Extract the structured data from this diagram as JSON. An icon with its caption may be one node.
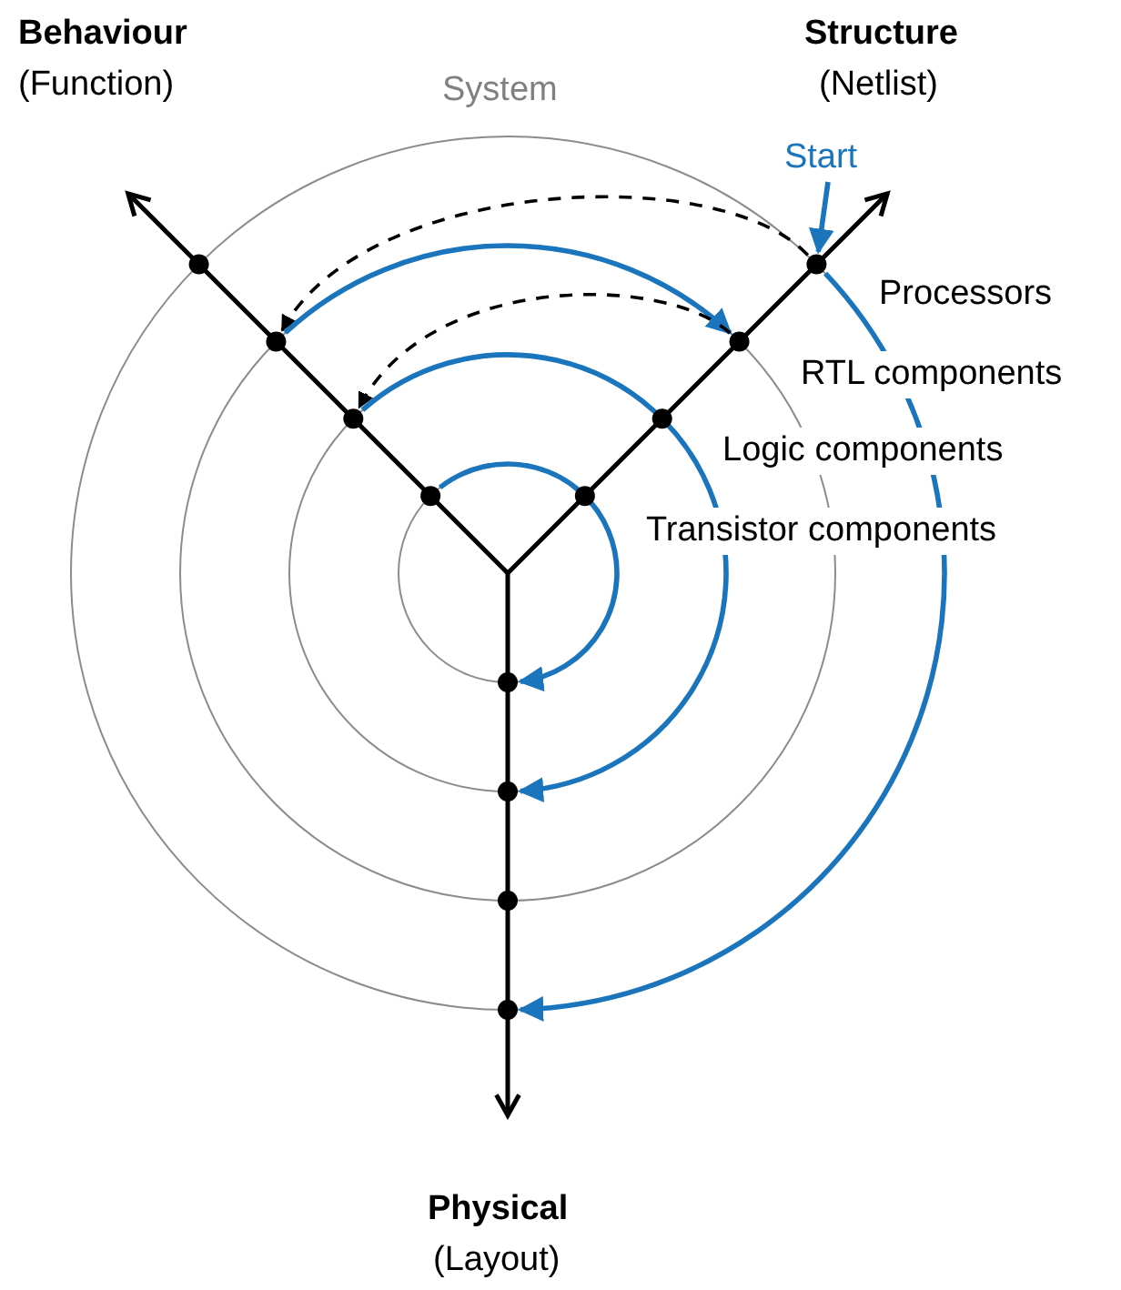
{
  "diagram": {
    "nodes": [
      {
        "text": [
          "Start"
        ]
      },
      {
        "text": [],
        "shape": "circle"
      },
      {
        "text": [],
        "shape": "circle"
      },
      {
        "text": [],
        "shape": "circle"
      },
      {
        "text": [],
        "shape": "circle"
      },
      {
        "text": [],
        "shape": "circle"
      },
      {
        "text": [],
        "shape": "circle"
      },
      {
        "text": [],
        "shape": "circle"
      },
      {
        "text": [],
        "shape": "circle"
      },
      {
        "text": [],
        "shape": "circle"
      },
      {
        "text": [],
        "shape": "circle"
      },
      {
        "text": [],
        "shape": "circle"
      },
      {
        "text": [],
        "shape": "circle"
      }
    ],
    "edges": [
      {
        "from": 0,
        "to": 2,
        "arrow": "to"
      },
      {
        "from": 2,
        "to": 3,
        "arrow": "to",
        "style": "dashed",
        "color": "#000000"
      },
      {
        "from": 3,
        "to": 4,
        "arrow": "to"
      },
      {
        "from": 4,
        "to": 5,
        "arrow": "to",
        "style": "dashed",
        "color": "#000000"
      },
      {
        "from": 5,
        "to": 10,
        "arrow": "to"
      },
      {
        "from": 2,
        "to": 12,
        "arrow": "to"
      },
      {
        "from": 7,
        "to": 9,
        "arrow": "to"
      }
    ],
    "labels": [
      "Behaviour",
      "(Function)",
      "Structure",
      "(Netlist)",
      "System",
      "Processors",
      "RTL components",
      "Logic components",
      "Transistor components",
      "Physical",
      "(Layout)"
    ]
  }
}
